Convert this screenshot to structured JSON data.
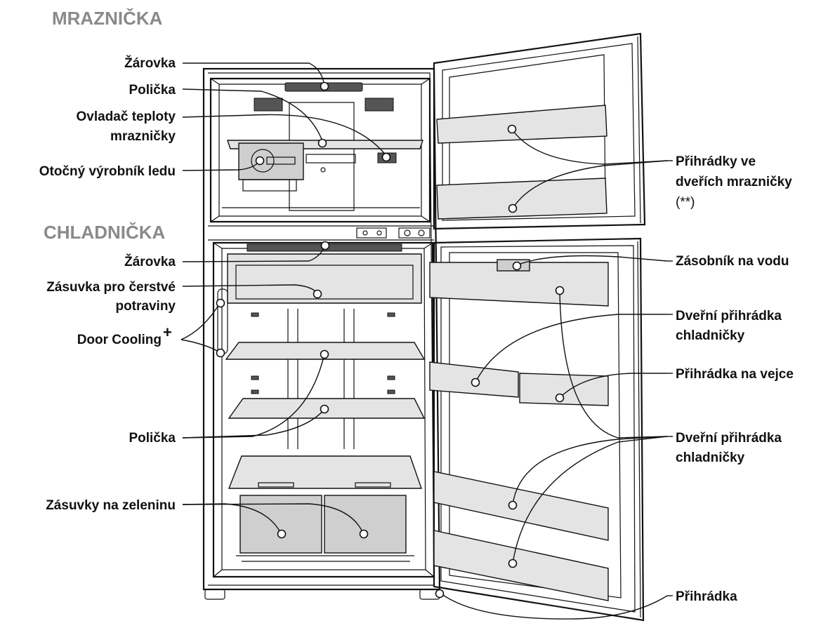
{
  "sections": {
    "freezer": "MRAZNIČKA",
    "fridge": "CHLADNIČKA"
  },
  "labels": {
    "lamp_freezer": "Žárovka",
    "shelf_freezer": "Polička",
    "temp_control_1": "Ovladač teploty",
    "temp_control_2": "mrazničky",
    "ice_maker": "Otočný výrobník ledu",
    "lamp_fridge": "Žárovka",
    "fresh_drawer_1": "Zásuvka pro čerstvé",
    "fresh_drawer_2": "potraviny",
    "door_cooling": "Door Cooling",
    "door_cooling_sup": "+",
    "shelf_fridge": "Polička",
    "crisper": "Zásuvky na zeleninu",
    "freezer_door_bins_1": "Přihrádky ve",
    "freezer_door_bins_2": "dveřích mrazničky",
    "freezer_door_bins_3": "(**)",
    "water_tank": "Zásobník na vodu",
    "fridge_door_bin_a_1": "Dveřní přihrádka",
    "fridge_door_bin_a_2": "chladničky",
    "egg_tray": "Přihrádka na vejce",
    "fridge_door_bin_b_1": "Dveřní přihrádka",
    "fridge_door_bin_b_2": "chladničky",
    "bin": "Přihrádka"
  },
  "colors": {
    "line": "#111111",
    "section_heading": "#8a8a8a",
    "glass": "#e4e4e4",
    "drawer": "#cfcfcf"
  }
}
